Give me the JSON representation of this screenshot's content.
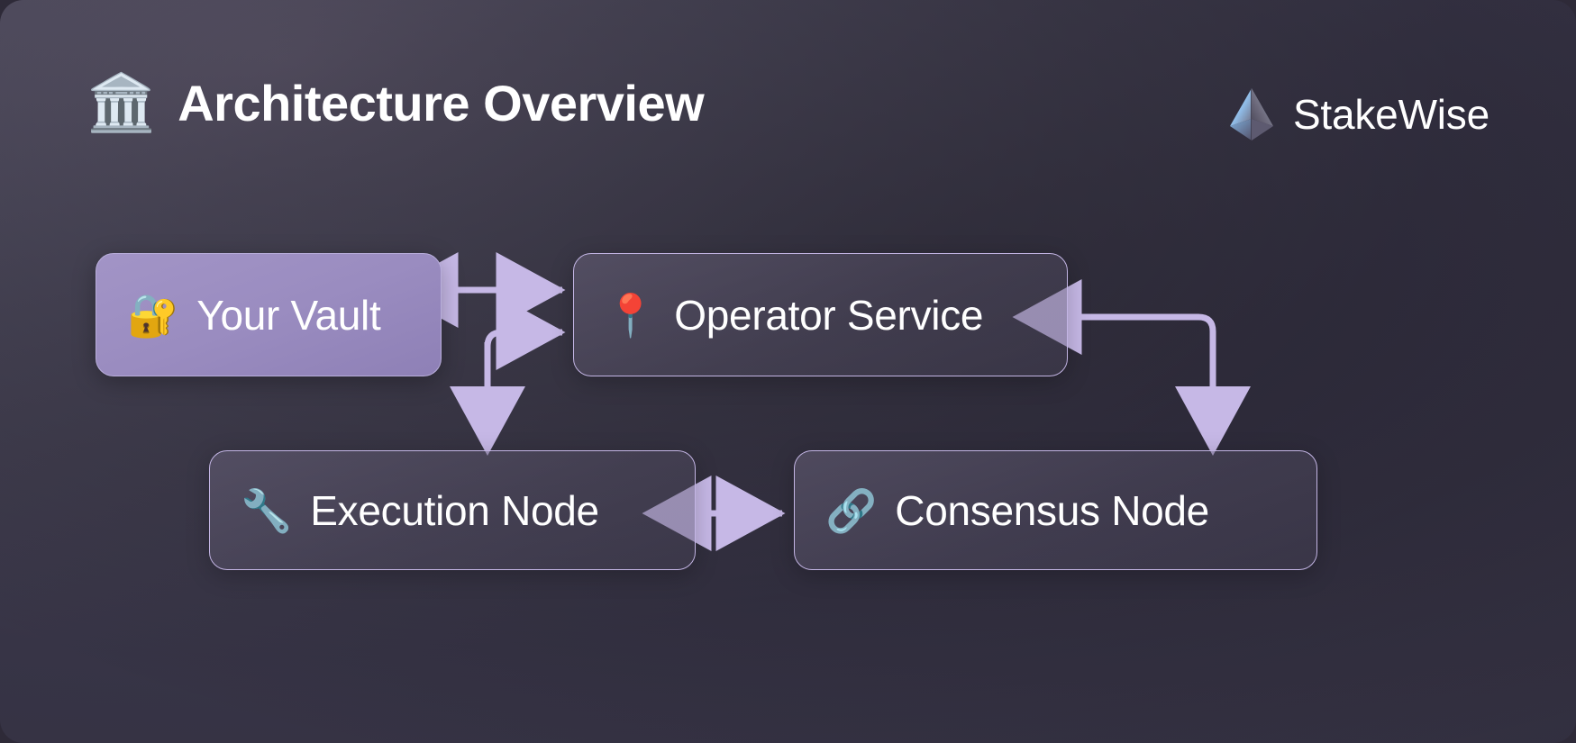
{
  "header": {
    "title": "Architecture Overview",
    "title_icon": "classical-building-icon",
    "title_emoji": "🏛️",
    "brand_name": "StakeWise",
    "brand_logo_icon": "stakewise-pyramid-logo"
  },
  "diagram": {
    "type": "architecture-flow",
    "nodes": [
      {
        "id": "vault",
        "label": "Your Vault",
        "emoji": "🔐",
        "icon": "vault-safe-icon",
        "style": "filled"
      },
      {
        "id": "operator",
        "label": "Operator Service",
        "emoji": "📍",
        "icon": "location-pin-icon",
        "style": "ghost"
      },
      {
        "id": "execution",
        "label": "Execution Node",
        "emoji": "🔧",
        "icon": "wrench-icon",
        "style": "ghost"
      },
      {
        "id": "consensus",
        "label": "Consensus Node",
        "emoji": "🔗",
        "icon": "chain-link-icon",
        "style": "ghost"
      }
    ],
    "edges": [
      {
        "from": "vault",
        "to": "operator",
        "direction": "bidirectional",
        "shape": "straight"
      },
      {
        "from": "execution",
        "to": "operator",
        "direction": "forward",
        "shape": "elbow-left"
      },
      {
        "from": "operator",
        "to": "execution",
        "direction": "forward",
        "shape": "elbow-left-down"
      },
      {
        "from": "execution",
        "to": "consensus",
        "direction": "bidirectional",
        "shape": "straight"
      },
      {
        "from": "consensus",
        "to": "operator",
        "direction": "bidirectional",
        "shape": "elbow-right"
      }
    ]
  },
  "colors": {
    "background_light": "#5b5568",
    "background_dark": "#322f3f",
    "accent_lavender": "#c6b8e6",
    "vault_fill": "#9a8cc0",
    "border_lavender": "#c3b5e4",
    "text_white": "#ffffff"
  }
}
